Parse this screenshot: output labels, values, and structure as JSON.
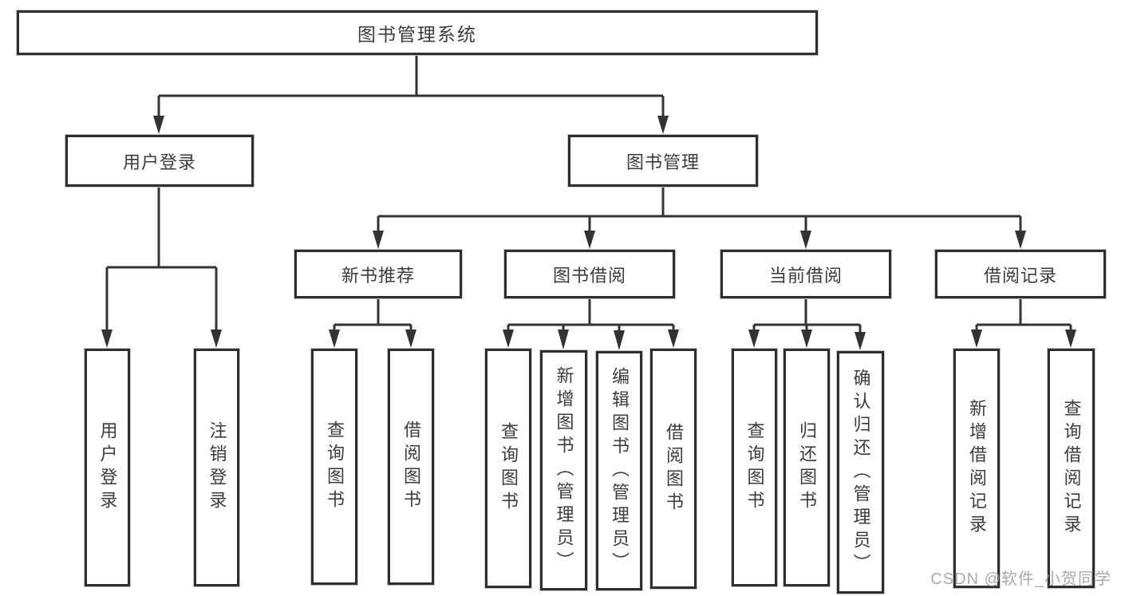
{
  "colors": {
    "background": "#ffffff",
    "line": "#333333",
    "box_border": "#2e2e2e",
    "box_fill": "#ffffff",
    "text": "#3c3c3c",
    "watermark": "#a2a2a2"
  },
  "watermark": {
    "text": "CSDN @软件_小贺同学"
  },
  "diagram": {
    "root": {
      "label": "图书管理系统"
    },
    "branches": [
      {
        "label": "用户登录",
        "children": [
          {
            "label": "用户登录"
          },
          {
            "label": "注销登录"
          }
        ]
      },
      {
        "label": "图书管理",
        "children": [
          {
            "label": "新书推荐",
            "children": [
              {
                "label": "查询图书"
              },
              {
                "label": "借阅图书"
              }
            ]
          },
          {
            "label": "图书借阅",
            "children": [
              {
                "label": "查询图书"
              },
              {
                "label": "新增图书（管理员）"
              },
              {
                "label": "编辑图书（管理员）"
              },
              {
                "label": "借阅图书"
              }
            ]
          },
          {
            "label": "当前借阅",
            "children": [
              {
                "label": "查询图书"
              },
              {
                "label": "归还图书"
              },
              {
                "label": "确认归还（管理员）"
              }
            ]
          },
          {
            "label": "借阅记录",
            "children": [
              {
                "label": "新增借阅记录"
              },
              {
                "label": "查询借阅记录"
              }
            ]
          }
        ]
      }
    ]
  }
}
